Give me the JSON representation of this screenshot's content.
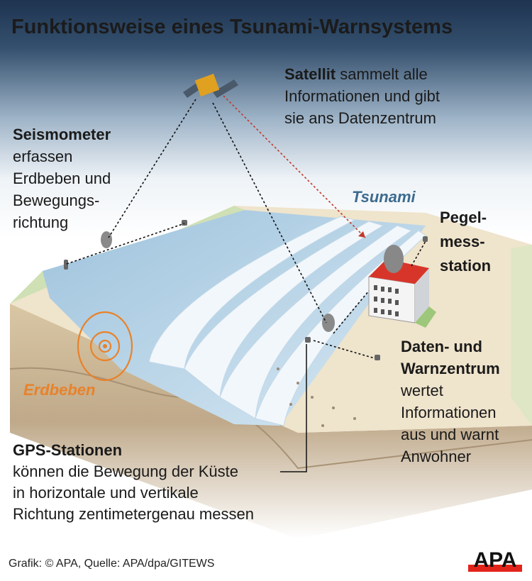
{
  "title": "Funktionsweise eines Tsunami-Warnsystems",
  "satellite": {
    "heading": "Satellit",
    "lines": [
      "sammelt alle",
      "Informationen und gibt",
      "sie ans Datenzentrum"
    ]
  },
  "seismometer": {
    "heading": "Seismometer",
    "lines": [
      "erfassen",
      "Erdbeben und",
      "Bewegungs-",
      "richtung"
    ]
  },
  "tsunami_label": "Tsunami",
  "pegel": {
    "lines": [
      "Pegel-",
      "mess-",
      "station"
    ]
  },
  "daten": {
    "heading_lines": [
      "Daten- und",
      "Warnzentrum"
    ],
    "lines": [
      "wertet",
      "Informationen",
      "aus und warnt",
      "Anwohner"
    ]
  },
  "erdbeben_label": "Erdbeben",
  "gps": {
    "heading": "GPS-Stationen",
    "lines": [
      "können die Bewegung der Küste",
      "in horizontale und vertikale",
      "Richtung zentimetergenau messen"
    ]
  },
  "footer": "Grafik: © APA, Quelle: APA/dpa/GITEWS",
  "logo_text": "APA",
  "colors": {
    "sky_top": "#1e3450",
    "land": "#efe4cc",
    "water": "#a9cbe2",
    "quake": "#e8822a",
    "roof": "#d8352a",
    "logo_red": "#e2231a"
  }
}
